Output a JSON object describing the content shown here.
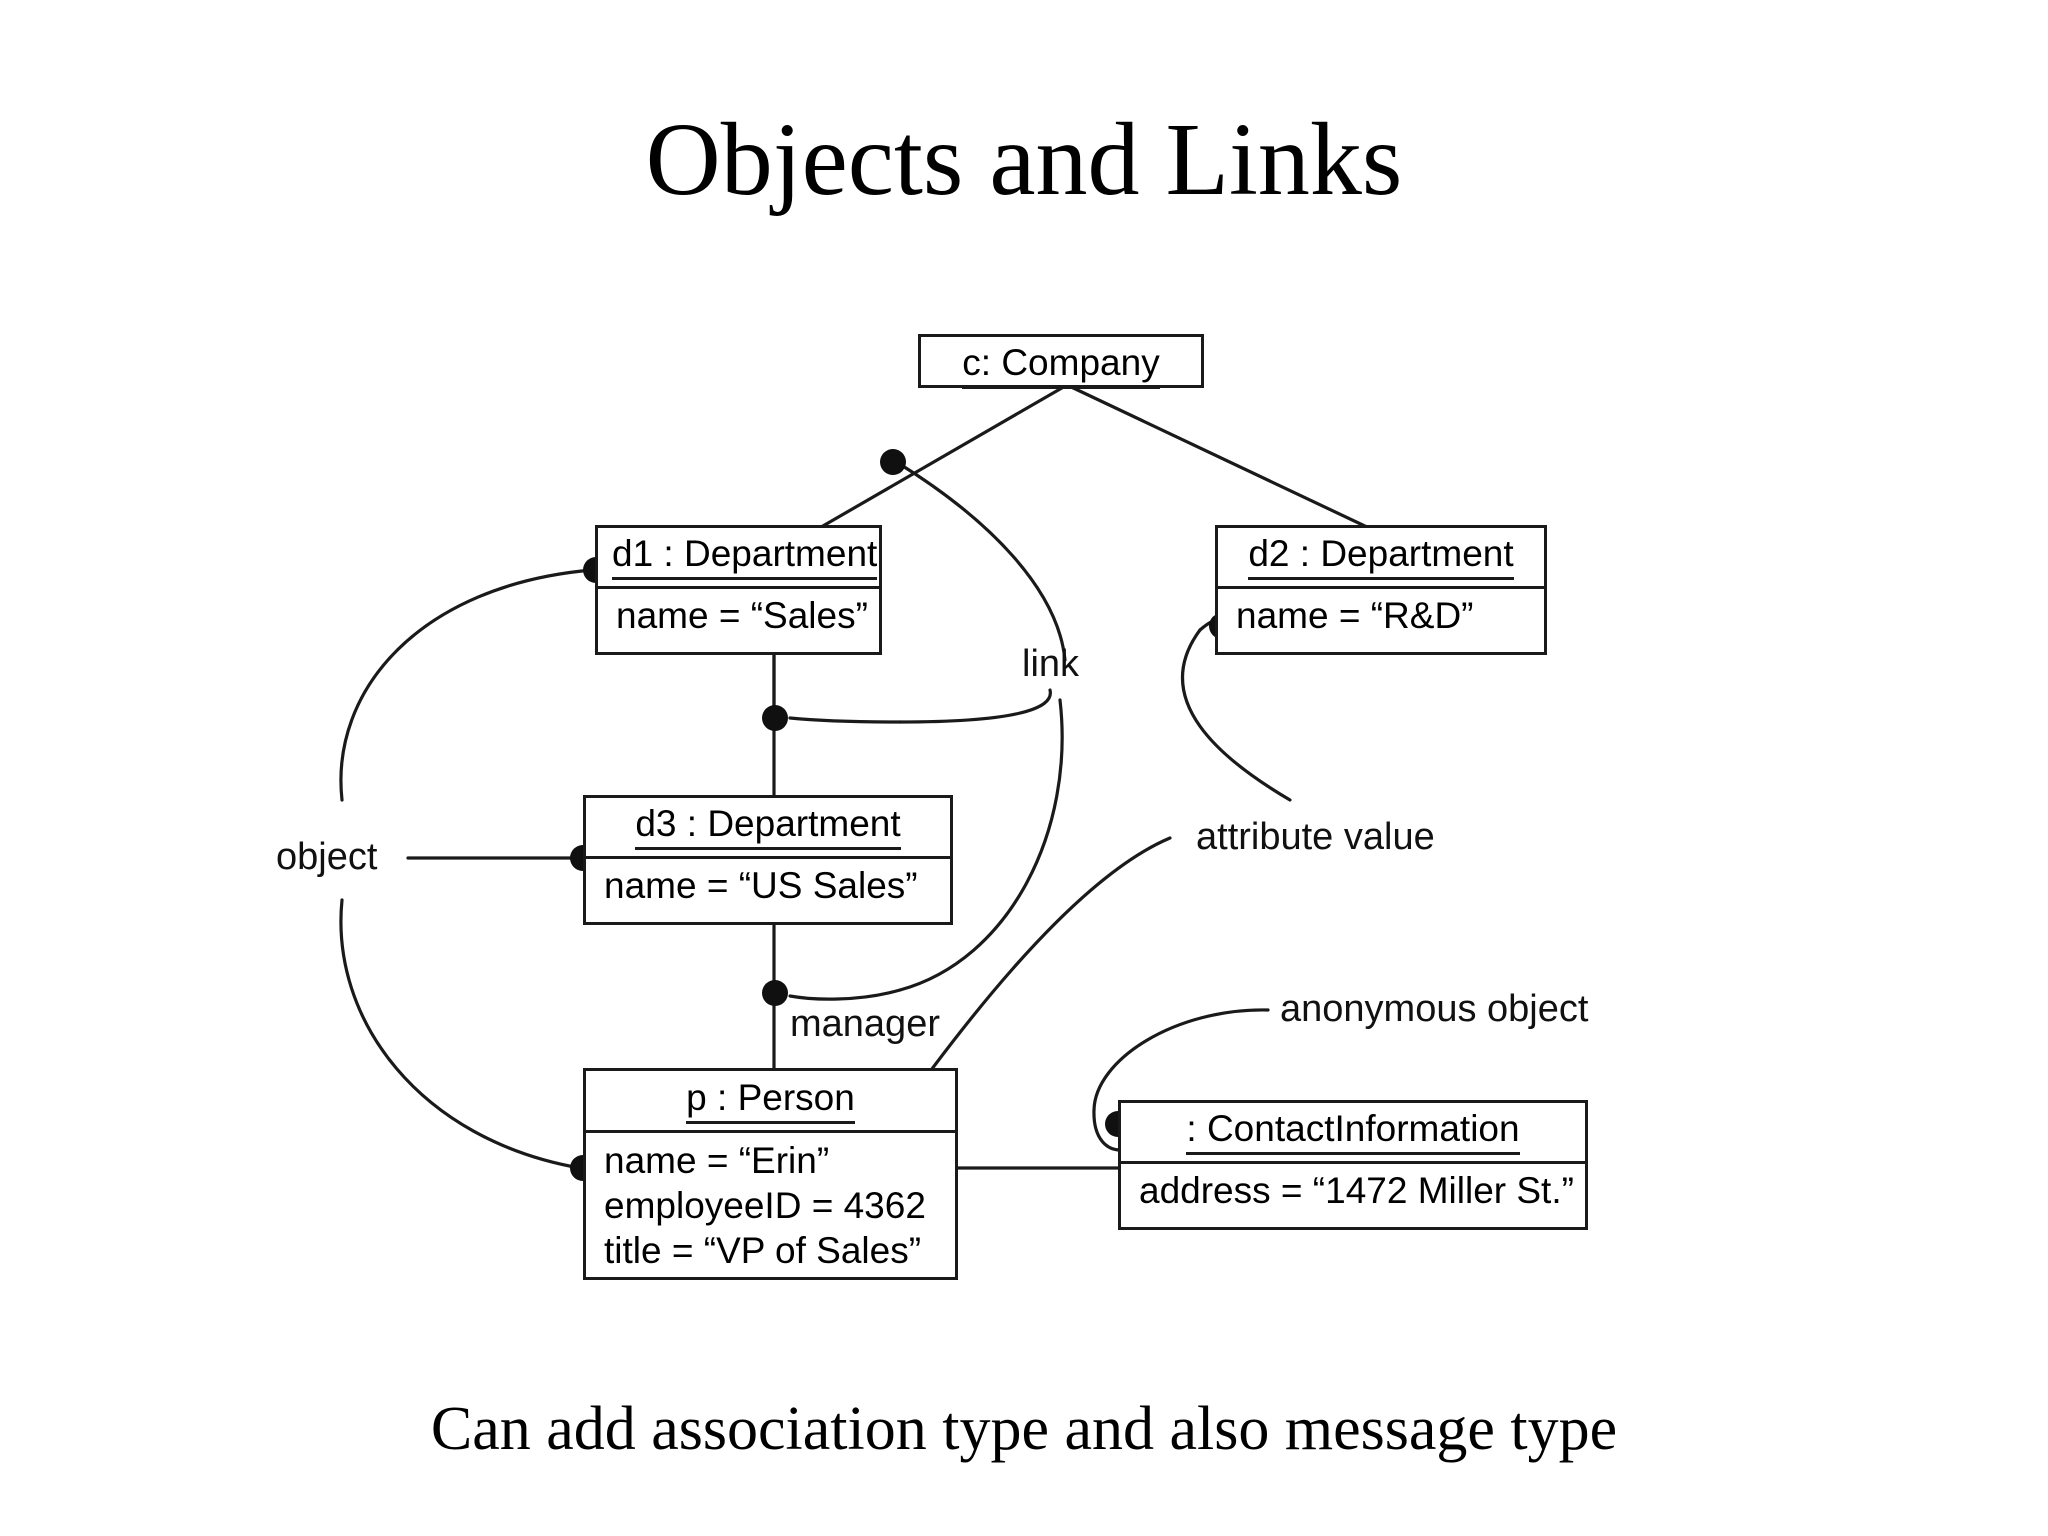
{
  "slide": {
    "title": "Objects and Links",
    "caption": "Can add association type and also message type"
  },
  "diagram": {
    "type": "uml-object-diagram",
    "objects": [
      {
        "id": "c",
        "instance_name": "c: Company",
        "attributes": []
      },
      {
        "id": "d1",
        "instance_name": "d1 : Department",
        "attributes": [
          "name = “Sales”"
        ]
      },
      {
        "id": "d2",
        "instance_name": "d2 : Department",
        "attributes": [
          "name = “R&D”"
        ]
      },
      {
        "id": "d3",
        "instance_name": "d3 : Department",
        "attributes": [
          "name = “US Sales”"
        ]
      },
      {
        "id": "p",
        "instance_name": "p : Person",
        "attributes": [
          "name = “Erin”",
          "employeeID = 4362",
          "title = “VP of Sales”"
        ]
      },
      {
        "id": "ci",
        "instance_name": ": ContactInformation",
        "attributes": [
          "address = “1472 Miller St.”"
        ]
      }
    ],
    "link_labels": [
      {
        "id": "manager",
        "text": "manager"
      }
    ],
    "annotations": [
      {
        "id": "object",
        "text": "object"
      },
      {
        "id": "link",
        "text": "link"
      },
      {
        "id": "attribute-value",
        "text": "attribute value"
      },
      {
        "id": "anonymous-object",
        "text": "anonymous object"
      }
    ],
    "colors": {
      "stroke": "#1a1a1a",
      "background": "#ffffff",
      "text": "#000000"
    }
  }
}
